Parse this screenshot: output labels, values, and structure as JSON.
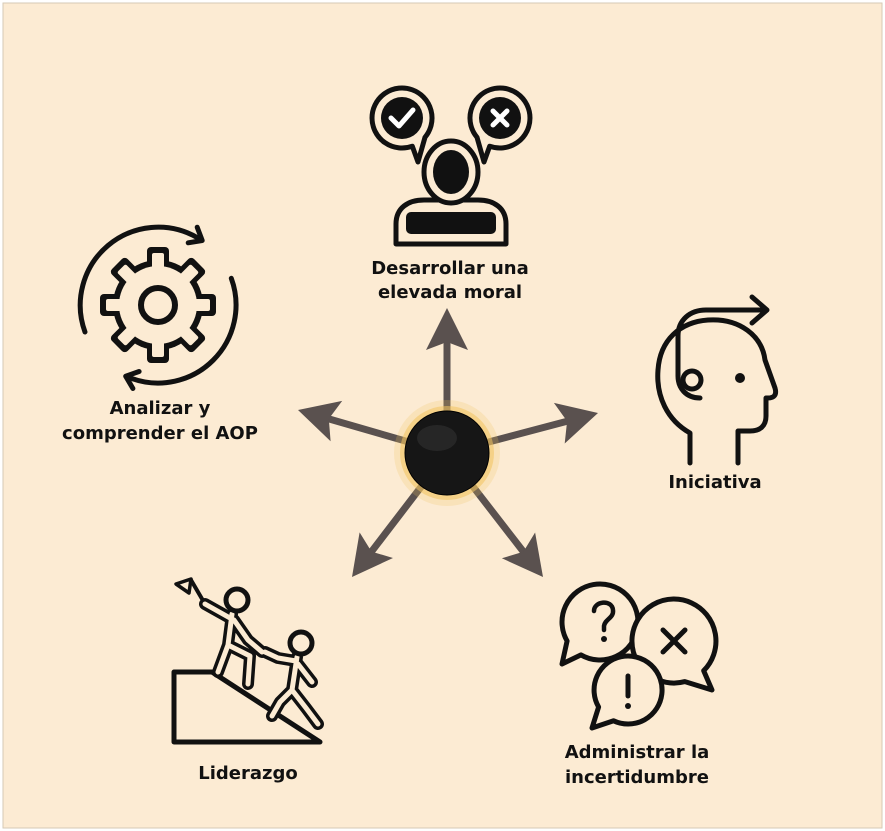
{
  "colors": {
    "background": "#FCEBD3",
    "ink": "#111111",
    "arrow": "#5A514F",
    "hub": "#161616",
    "glow": "#F3C35E"
  },
  "hub": {
    "icon": "black-circle-hub"
  },
  "nodes": [
    {
      "icon": "person-approve-reject-icon",
      "label_lines": [
        "Desarrollar una",
        "elevada moral"
      ]
    },
    {
      "icon": "head-arrow-icon",
      "label_lines": [
        "Iniciativa"
      ]
    },
    {
      "icon": "speech-bubbles-question-icon",
      "label_lines": [
        "Administrar la",
        "incertidumbre"
      ]
    },
    {
      "icon": "climbers-flag-icon",
      "label_lines": [
        "Liderazgo"
      ]
    },
    {
      "icon": "gear-cycle-icon",
      "label_lines": [
        "Analizar y",
        "comprender el AOP"
      ]
    }
  ]
}
